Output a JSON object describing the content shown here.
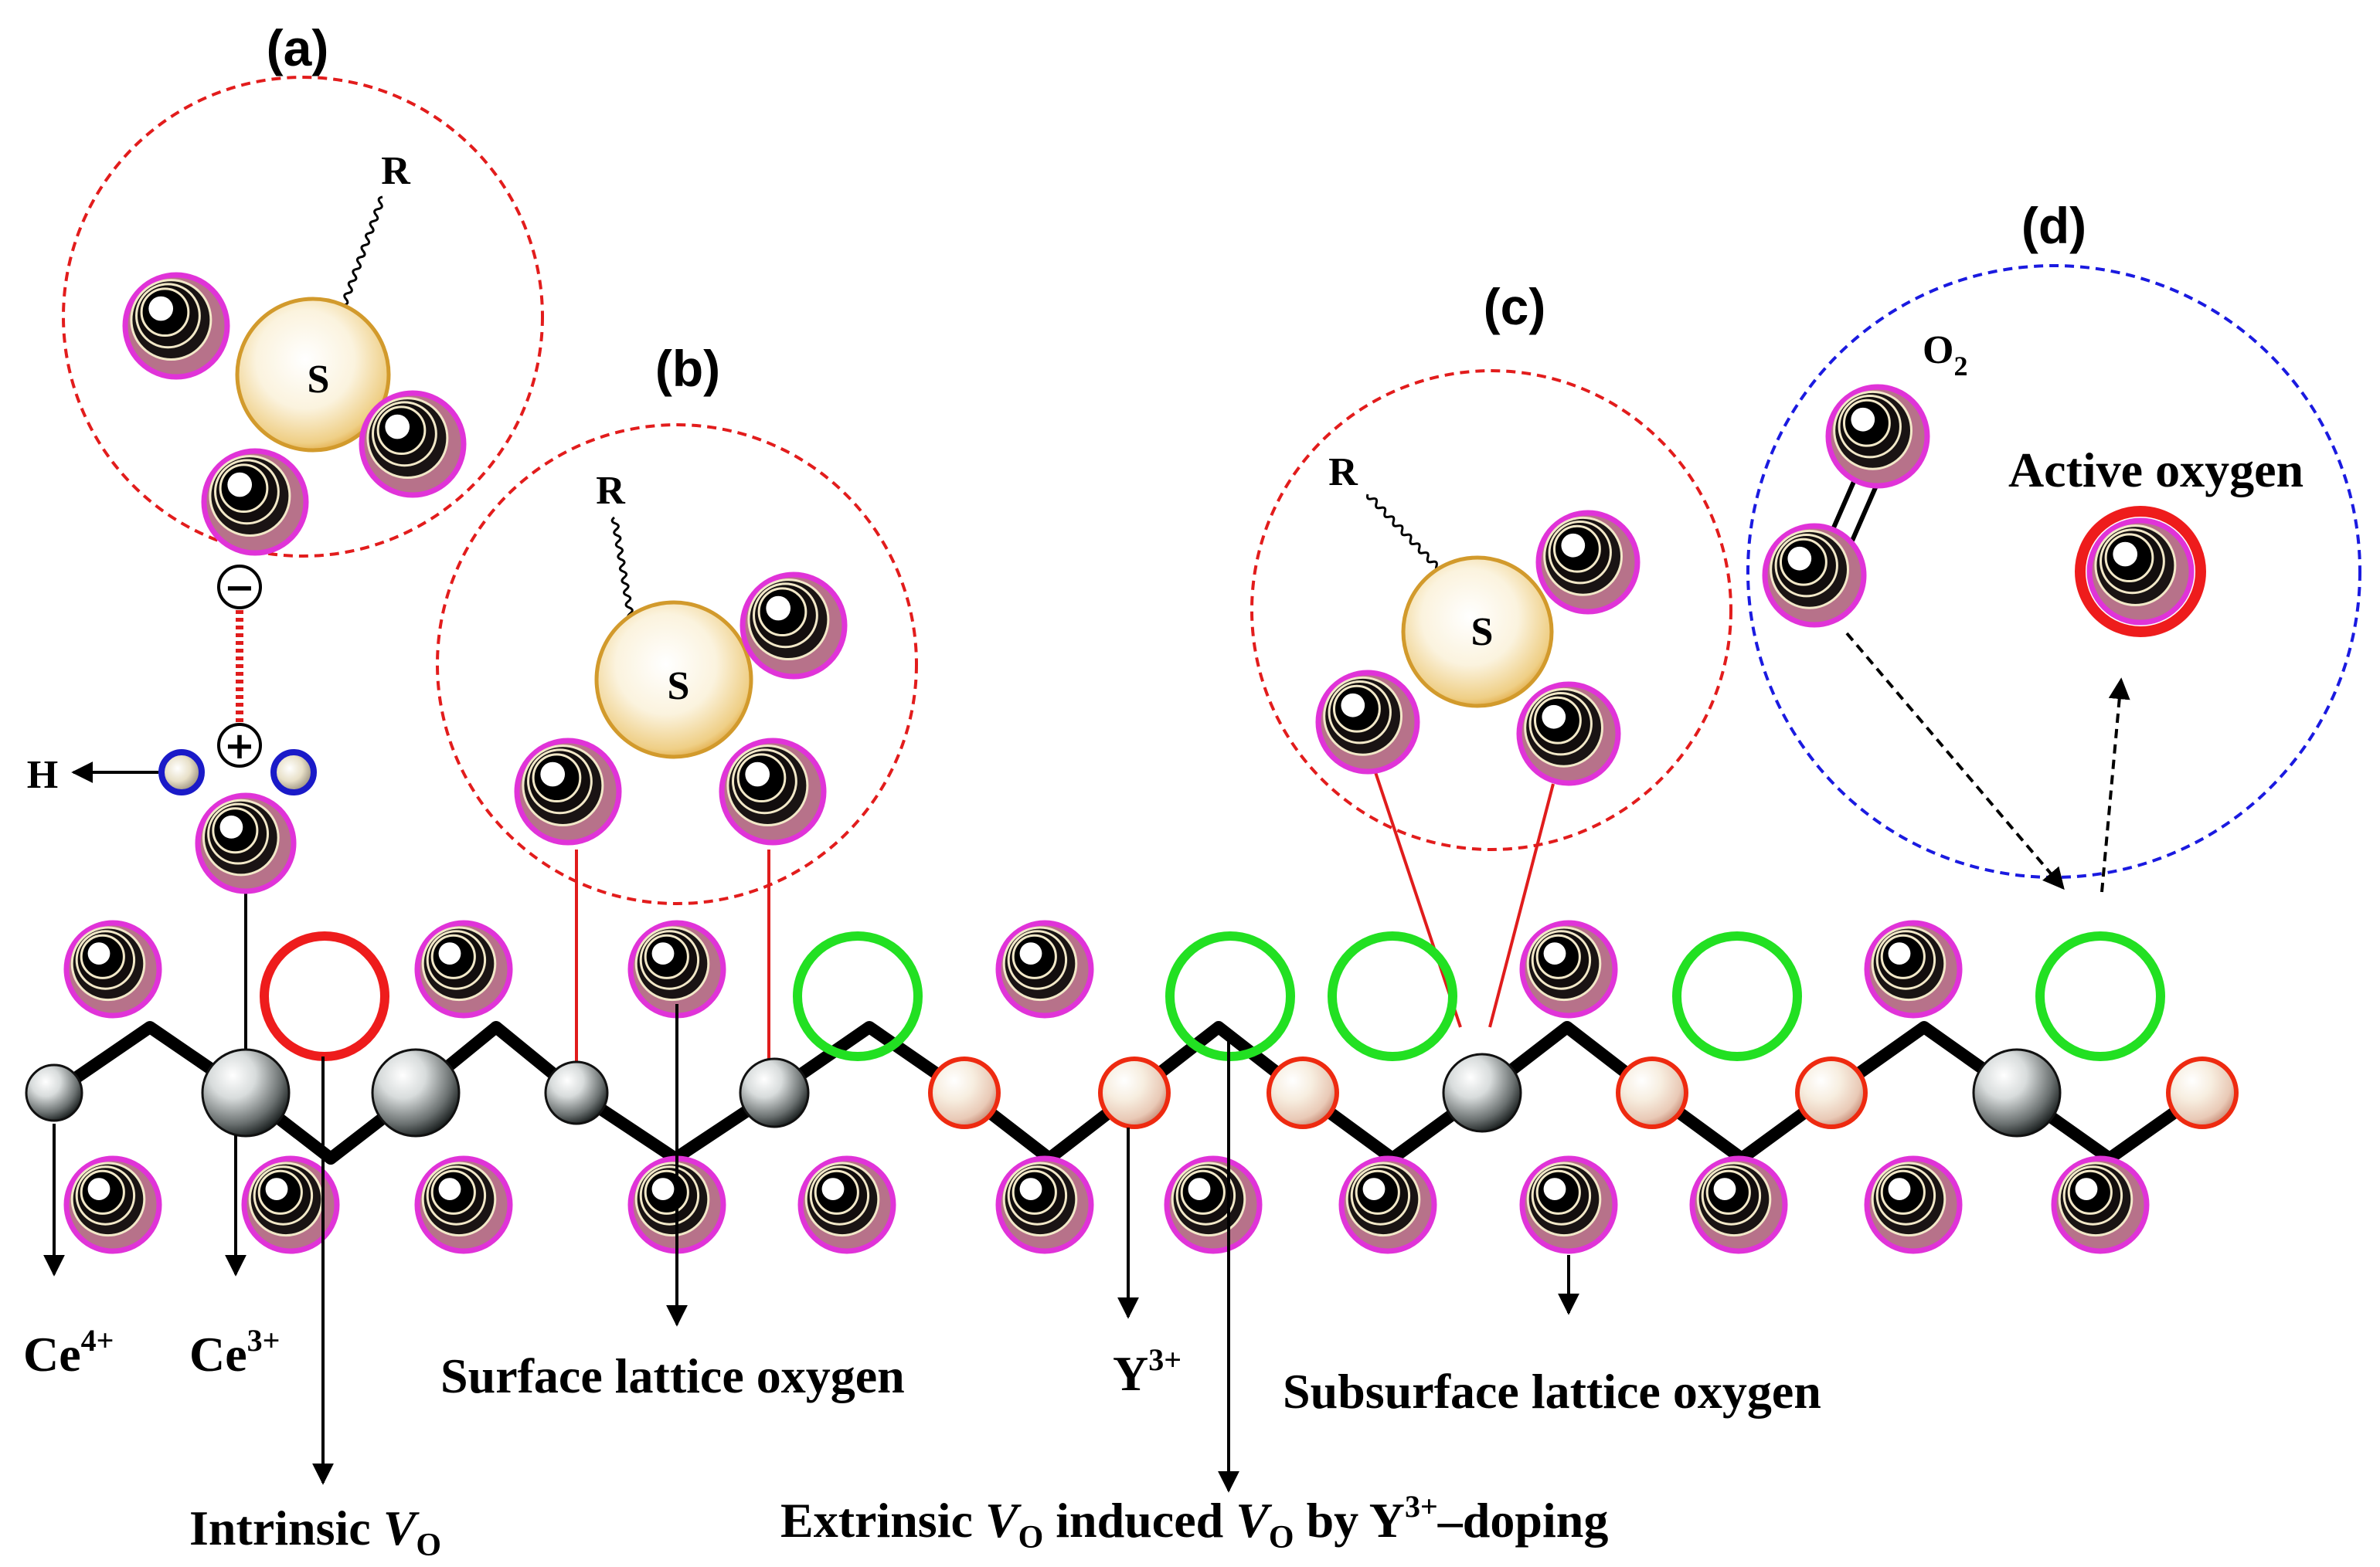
{
  "panels": {
    "a": "(a)",
    "b": "(b)",
    "c": "(c)",
    "d": "(d)"
  },
  "atoms": {
    "sulfur": "S",
    "r_group": "R",
    "hydrogen": "H",
    "minus": "−",
    "plus": "+",
    "o2_base": "O",
    "o2_sub": "2"
  },
  "labels": {
    "active_oxygen": "Active oxygen",
    "ce4_base": "Ce",
    "ce4_sup": "4+",
    "ce3_base": "Ce",
    "ce3_sup": "3+",
    "y3_base": "Y",
    "y3_sup": "3+",
    "surface_lattice_oxygen": "Surface lattice oxygen",
    "subsurface_lattice_oxygen": "Subsurface lattice oxygen",
    "intrinsic_pre": "Intrinsic ",
    "intrinsic_v": "V",
    "intrinsic_sub": "O",
    "extrinsic_pre": "Extrinsic ",
    "extrinsic_v": "V",
    "extrinsic_sub": "O",
    "extrinsic_mid": " induced ",
    "extrinsic_v2": "V",
    "extrinsic_sub2": "O",
    "extrinsic_post_pre": " by Y",
    "extrinsic_post_sup": "3+",
    "extrinsic_post_end": "–doping"
  },
  "colors": {
    "oxygen_ring": "#e033d8",
    "oxygen_fill": "#b7728a",
    "vacancy_intrinsic": "#ee1c1c",
    "vacancy_extrinsic": "#22e022",
    "dopant_ring": "#ee2a10",
    "sulfur": "#e8a628",
    "adsorption_circle": "#e21c1c",
    "gas_circle": "#1a1ae0",
    "hydrogen_ring": "#1a1ac8"
  }
}
